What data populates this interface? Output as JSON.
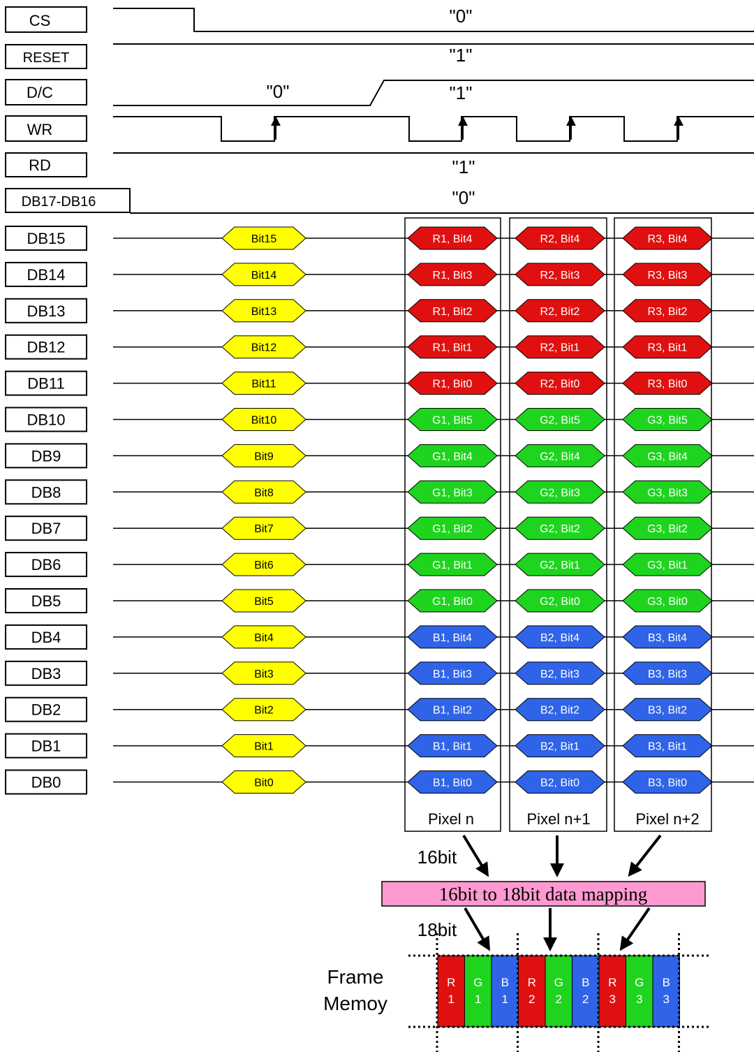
{
  "control_signals": [
    {
      "label": "CS",
      "level": "\"0\""
    },
    {
      "label": "RESET",
      "level": "\"1\""
    },
    {
      "label": "D/C",
      "level": "\"1\"",
      "level_before": "\"0\""
    },
    {
      "label": "WR",
      "level": ""
    },
    {
      "label": "RD",
      "level": "\"1\""
    },
    {
      "label": "DB17-DB16",
      "level": "\"0\""
    }
  ],
  "data_lines": {
    "labels": [
      "DB15",
      "DB14",
      "DB13",
      "DB12",
      "DB11",
      "DB10",
      "DB9",
      "DB8",
      "DB7",
      "DB6",
      "DB5",
      "DB4",
      "DB3",
      "DB2",
      "DB1",
      "DB0"
    ],
    "command_bits": [
      "Bit15",
      "Bit14",
      "Bit13",
      "Bit12",
      "Bit11",
      "Bit10",
      "Bit9",
      "Bit8",
      "Bit7",
      "Bit6",
      "Bit5",
      "Bit4",
      "Bit3",
      "Bit2",
      "Bit1",
      "Bit0"
    ],
    "pixel_bits": [
      [
        "R1, Bit4",
        "R1, Bit3",
        "R1, Bit2",
        "R1, Bit1",
        "R1, Bit0",
        "G1, Bit5",
        "G1, Bit4",
        "G1, Bit3",
        "G1, Bit2",
        "G1, Bit1",
        "G1, Bit0",
        "B1, Bit4",
        "B1, Bit3",
        "B1, Bit2",
        "B1, Bit1",
        "B1, Bit0"
      ],
      [
        "R2, Bit4",
        "R2, Bit3",
        "R2, Bit2",
        "R2, Bit1",
        "R2, Bit0",
        "G2, Bit5",
        "G2, Bit4",
        "G2, Bit3",
        "G2, Bit2",
        "G2, Bit1",
        "G2, Bit0",
        "B2, Bit4",
        "B2, Bit3",
        "B2, Bit2",
        "B2, Bit1",
        "B2, Bit0"
      ],
      [
        "R3, Bit4",
        "R3, Bit3",
        "R3, Bit2",
        "R3, Bit1",
        "R3, Bit0",
        "G3, Bit5",
        "G3, Bit4",
        "G3, Bit3",
        "G3, Bit2",
        "G3, Bit1",
        "G3, Bit0",
        "B3, Bit4",
        "B3, Bit3",
        "B3, Bit2",
        "B3, Bit1",
        "B3, Bit0"
      ]
    ],
    "pixel_labels": [
      "Pixel n",
      "Pixel n+1",
      "Pixel n+2"
    ]
  },
  "mapping": {
    "label_16bit": "16bit",
    "label_18bit": "18bit",
    "box_label": "16bit to 18bit data mapping"
  },
  "frame_memory": {
    "label_line1": "Frame",
    "label_line2": "Memoy",
    "cells": [
      {
        "ch": "R",
        "num": "1"
      },
      {
        "ch": "G",
        "num": "1"
      },
      {
        "ch": "B",
        "num": "1"
      },
      {
        "ch": "R",
        "num": "2"
      },
      {
        "ch": "G",
        "num": "2"
      },
      {
        "ch": "B",
        "num": "2"
      },
      {
        "ch": "R",
        "num": "3"
      },
      {
        "ch": "G",
        "num": "3"
      },
      {
        "ch": "B",
        "num": "3"
      }
    ]
  },
  "colors": {
    "red": "#e01010",
    "green": "#1ed41e",
    "blue": "#2f63e8",
    "yellow": "#ffff00",
    "pink": "#ff9ad0",
    "line": "#000000"
  }
}
